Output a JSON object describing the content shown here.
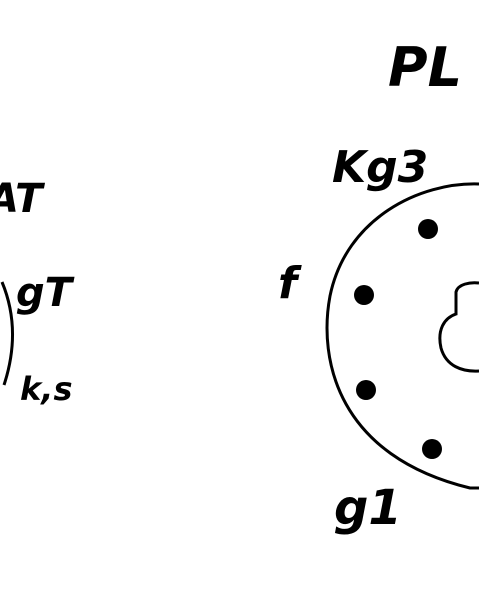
{
  "colors": {
    "ink": "#000000",
    "paper": "#ffffff"
  },
  "left_diagram": {
    "top_label": "AT",
    "pin_upper_label": "gT",
    "pin_lower_label": "k,s"
  },
  "right_diagram": {
    "title": "PL",
    "label_top": "Kg3",
    "label_left": "f",
    "label_bottom": "g1",
    "pin_dot_count": 4
  }
}
